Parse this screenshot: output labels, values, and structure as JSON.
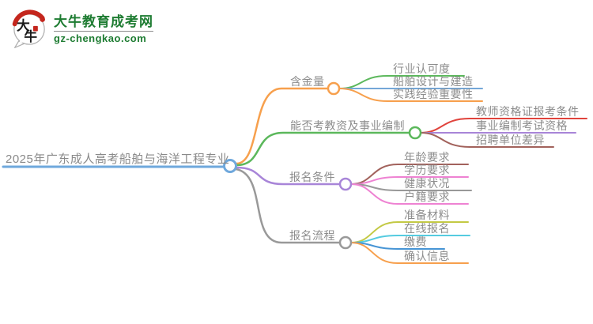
{
  "logo": {
    "title": "大牛教育成考网",
    "domain": "gz-chengkao.com",
    "icon_text_top": "大",
    "icon_text_bottom": "牛",
    "brand_color": "#1e7c32",
    "seal_color": "#c4261d"
  },
  "mindmap": {
    "root": {
      "label": "2025年广东成人高考船舶与海洋工程专业",
      "color": "#6fa8dc"
    },
    "branches": [
      {
        "label": "含金量",
        "color": "#f7a04d",
        "children": [
          {
            "label": "行业认可度",
            "color": "#5cb85c"
          },
          {
            "label": "船舶设计与建造",
            "color": "#74a7d8"
          },
          {
            "label": "实践经验重要性",
            "color": "#f7a04d"
          }
        ]
      },
      {
        "label": "能否考教资及事业编制",
        "color": "#5cb85c",
        "children": [
          {
            "label": "教师资格证报考条件",
            "color": "#e0433c"
          },
          {
            "label": "事业编制考试资格",
            "color": "#a885d8"
          },
          {
            "label": "招聘单位差异",
            "color": "#a2625c"
          }
        ]
      },
      {
        "label": "报名条件",
        "color": "#a885d8",
        "children": [
          {
            "label": "年龄要求",
            "color": "#a2625c"
          },
          {
            "label": "学历要求",
            "color": "#ee82d2"
          },
          {
            "label": "健康状况",
            "color": "#999999"
          },
          {
            "label": "户籍要求",
            "color": "#ee82d2"
          }
        ]
      },
      {
        "label": "报名流程",
        "color": "#999999",
        "children": [
          {
            "label": "准备材料",
            "color": "#c3c944"
          },
          {
            "label": "在线报名",
            "color": "#55cbe0"
          },
          {
            "label": "缴费",
            "color": "#4795d5"
          },
          {
            "label": "确认信息",
            "color": "#f7a04d"
          }
        ]
      }
    ]
  }
}
